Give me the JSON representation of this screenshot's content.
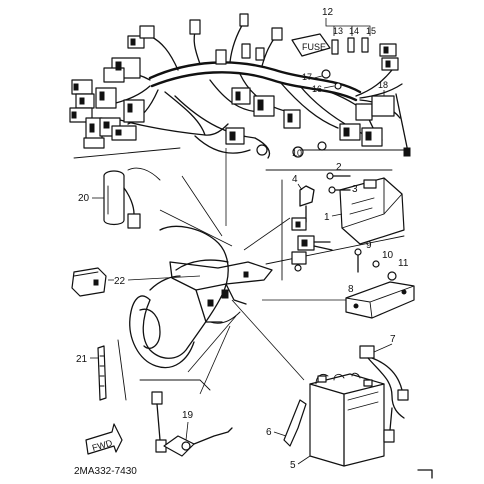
{
  "diagram": {
    "part_code": "2MA332-7430",
    "fwd_label": "FWD",
    "fuse_label": "FUSE",
    "callouts": {
      "c1": "1",
      "c2": "2",
      "c3": "3",
      "c4": "4",
      "c5": "5",
      "c6": "6",
      "c7": "7",
      "c8": "8",
      "c9": "9",
      "c10": "10",
      "c11": "11",
      "c12": "12",
      "c13": "13",
      "c14": "14",
      "c15": "15",
      "c16": "16",
      "c17": "17",
      "c18": "18",
      "c19": "19",
      "c20": "20",
      "c21": "21",
      "c22": "22"
    }
  }
}
